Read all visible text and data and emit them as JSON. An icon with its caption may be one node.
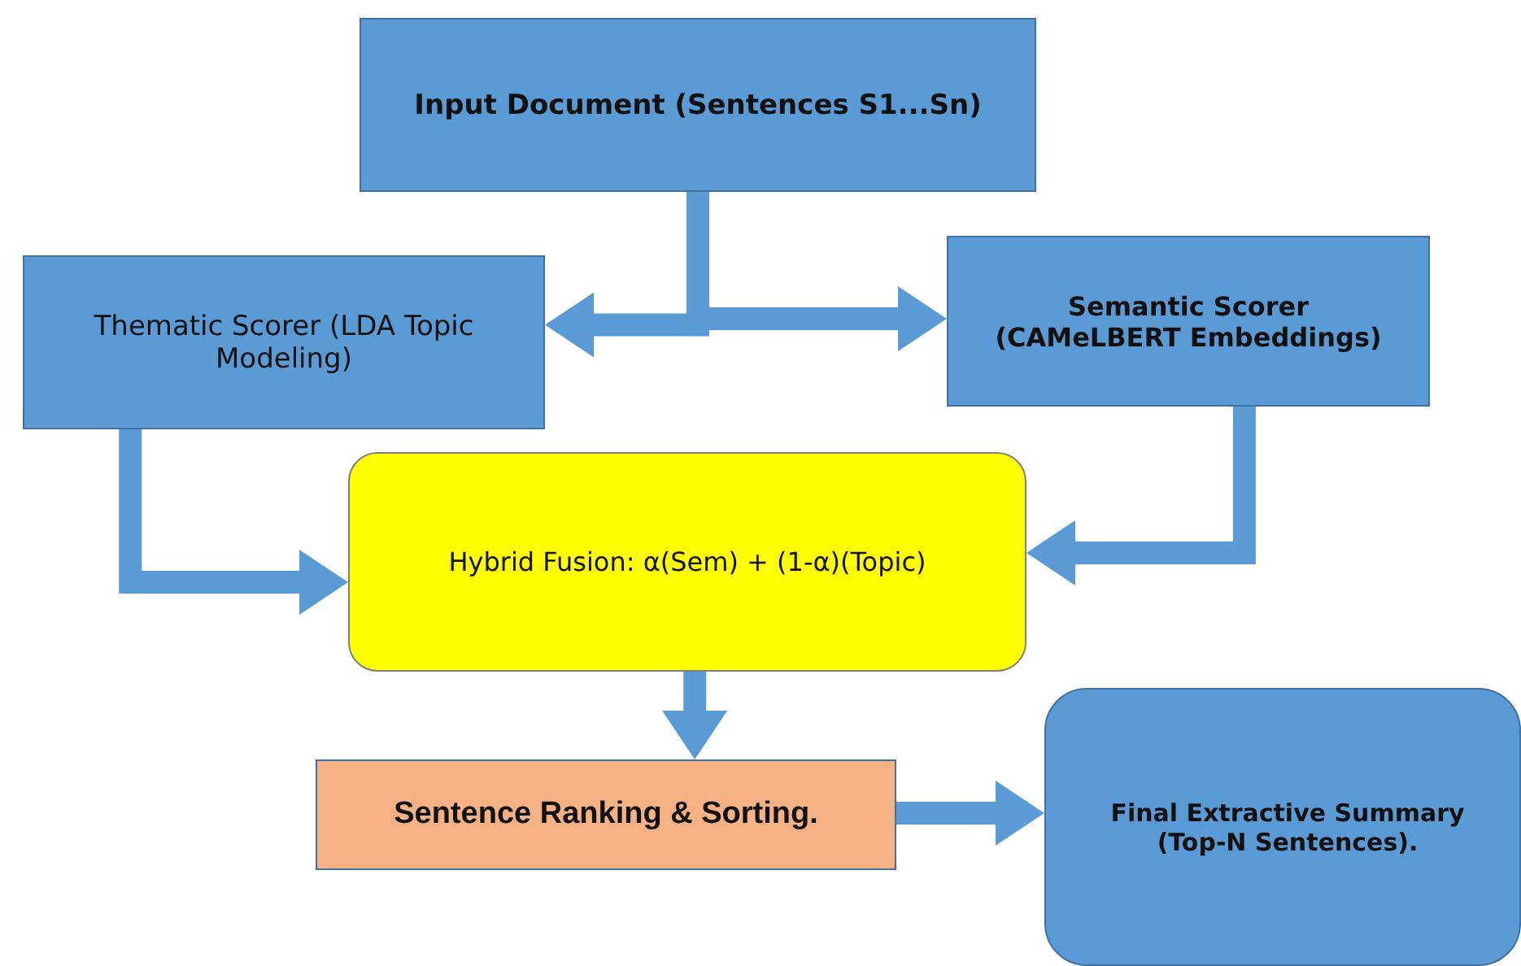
{
  "diagram": {
    "nodes": [
      {
        "text": [
          "Input Document (Sentences S1...Sn)"
        ]
      },
      {
        "text": [
          "Thematic Scorer (LDA Topic Modeling)"
        ]
      },
      {
        "text": [
          "Semantic Scorer (CAMeLBERT Embeddings)"
        ]
      },
      {
        "text": [
          "Hybrid Fusion: α(Sem) + (1-α)(Topic)"
        ]
      },
      {
        "text": [
          "Sentence Ranking & Sorting."
        ]
      },
      {
        "text": [
          "Final Extractive Summary (Top-N Sentences)."
        ]
      }
    ],
    "edges": [
      {
        "from": 0,
        "to": 1,
        "arrow": "to"
      },
      {
        "from": 0,
        "to": 2,
        "arrow": "to"
      },
      {
        "from": 1,
        "to": 3,
        "arrow": "to"
      },
      {
        "from": 2,
        "to": 3,
        "arrow": "to"
      },
      {
        "from": 3,
        "to": 4,
        "arrow": "to"
      },
      {
        "from": 4,
        "to": 5,
        "arrow": "to"
      }
    ]
  }
}
